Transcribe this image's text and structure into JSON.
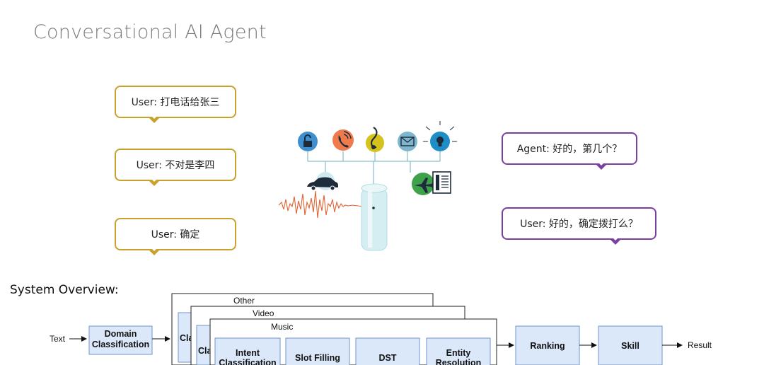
{
  "title": "Conversational AI Agent",
  "dialog_left": [
    {
      "text": "User: 打电话给张三"
    },
    {
      "text": "User: 不对是李四"
    },
    {
      "text": "User: 确定"
    }
  ],
  "dialog_right": [
    {
      "text": "Agent: 好的，第几个？"
    },
    {
      "text": "User: 好的，确定拨打么？"
    }
  ],
  "colors": {
    "user_bubble_border": "#c9a12b",
    "agent_bubble_border": "#7b3fa0",
    "module_fill": "#dbe8fa",
    "module_border": "#6f93c9"
  },
  "icons": [
    "lock-icon",
    "phone-icon",
    "music-note-icon",
    "mail-icon",
    "lightbulb-icon",
    "car-icon",
    "airplane-icon",
    "document-icon",
    "sound-wave-icon",
    "smart-speaker-icon"
  ],
  "overview_label": "System Overview:",
  "system": {
    "input": "Text",
    "domain_classification": [
      "Domain",
      "Classification"
    ],
    "domain_frames": [
      "Other",
      "Video",
      "Music"
    ],
    "partial_label_1": "Cla",
    "partial_label_2": "Cla",
    "intent": [
      "Intent",
      "Classification"
    ],
    "slot_filling": "Slot Filling",
    "dst": "DST",
    "entity_resolution": [
      "Entity",
      "Resolution"
    ],
    "ranking": "Ranking",
    "skill": "Skill",
    "output": "Result"
  }
}
